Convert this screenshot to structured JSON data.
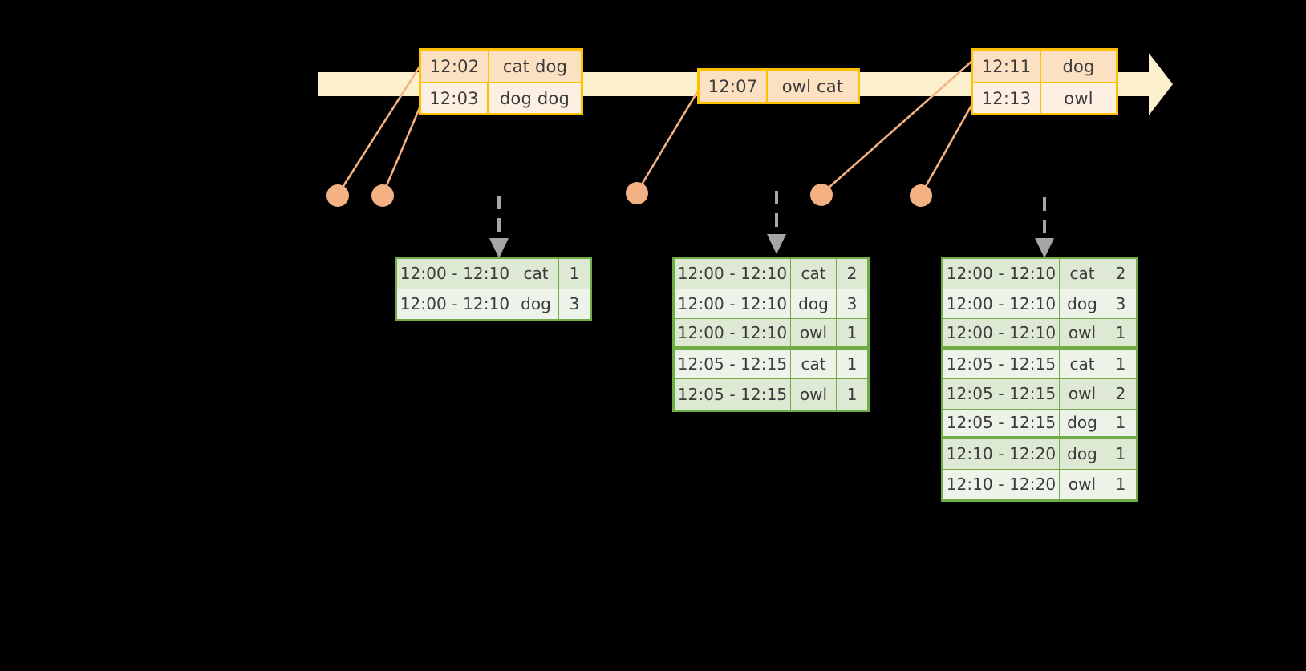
{
  "diagram": {
    "title": "windowed-word-count-stream-diagram",
    "colors": {
      "background": "#000000",
      "stream_fill": "#FCF0CE",
      "event_border": "#FFC000",
      "event_fill_dark": "#FCE0C2",
      "event_fill_light": "#FDF0E3",
      "dot_fill": "#F4B183",
      "connector_line": "#F4B183",
      "table_border": "#70AD47",
      "table_fill_dark": "#DDE9D2",
      "table_fill_light": "#EDF3E8",
      "arrow_gray": "#A6A6A6"
    }
  },
  "stream": {
    "name": "event-stream-arrow",
    "direction": "right"
  },
  "events": [
    {
      "name": "event-box-1",
      "rows": [
        {
          "time": "12:02",
          "text": "cat dog"
        },
        {
          "time": "12:03",
          "text": "dog dog"
        }
      ]
    },
    {
      "name": "event-box-2",
      "rows": [
        {
          "time": "12:07",
          "text": "owl cat"
        }
      ]
    },
    {
      "name": "event-box-3",
      "rows": [
        {
          "time": "12:11",
          "text": "dog"
        },
        {
          "time": "12:13",
          "text": "owl"
        }
      ]
    }
  ],
  "dots": [
    {
      "name": "event-dot-1"
    },
    {
      "name": "event-dot-2"
    },
    {
      "name": "event-dot-3"
    },
    {
      "name": "event-dot-4"
    },
    {
      "name": "event-dot-5"
    }
  ],
  "tables": [
    {
      "name": "result-table-1",
      "rows": [
        {
          "window": "12:00 - 12:10",
          "key": "cat",
          "count": "1"
        },
        {
          "window": "12:00 - 12:10",
          "key": "dog",
          "count": "3"
        }
      ]
    },
    {
      "name": "result-table-2",
      "rows": [
        {
          "window": "12:00 - 12:10",
          "key": "cat",
          "count": "2"
        },
        {
          "window": "12:00 - 12:10",
          "key": "dog",
          "count": "3"
        },
        {
          "window": "12:00 - 12:10",
          "key": "owl",
          "count": "1"
        },
        {
          "window": "12:05 - 12:15",
          "key": "cat",
          "count": "1"
        },
        {
          "window": "12:05 - 12:15",
          "key": "owl",
          "count": "1"
        }
      ]
    },
    {
      "name": "result-table-3",
      "rows": [
        {
          "window": "12:00 - 12:10",
          "key": "cat",
          "count": "2"
        },
        {
          "window": "12:00 - 12:10",
          "key": "dog",
          "count": "3"
        },
        {
          "window": "12:00 - 12:10",
          "key": "owl",
          "count": "1"
        },
        {
          "window": "12:05 - 12:15",
          "key": "cat",
          "count": "1"
        },
        {
          "window": "12:05 - 12:15",
          "key": "owl",
          "count": "2"
        },
        {
          "window": "12:05 - 12:15",
          "key": "dog",
          "count": "1"
        },
        {
          "window": "12:10 - 12:20",
          "key": "dog",
          "count": "1"
        },
        {
          "window": "12:10 - 12:20",
          "key": "owl",
          "count": "1"
        }
      ]
    }
  ]
}
